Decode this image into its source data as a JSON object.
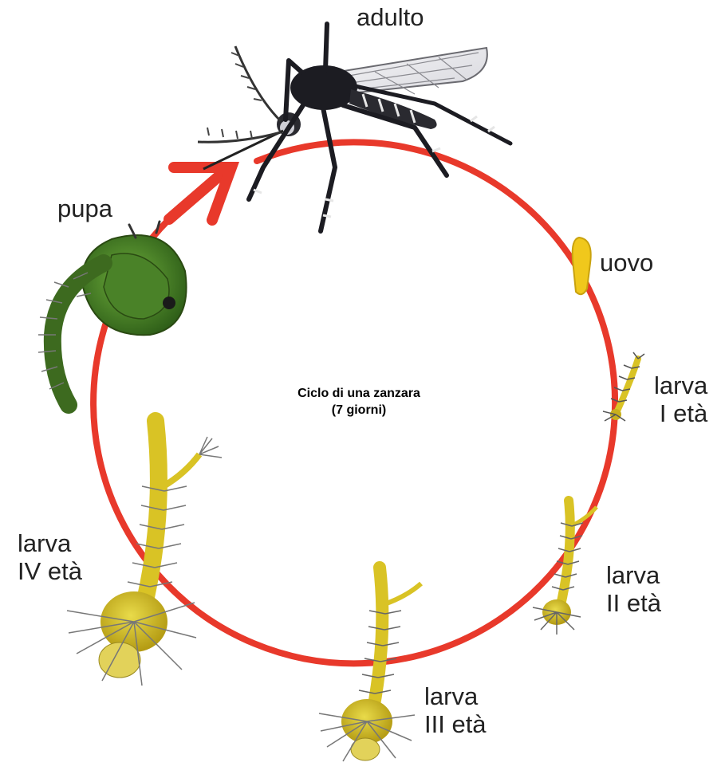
{
  "diagram": {
    "center_title": "Ciclo di una zanzara",
    "center_subtitle": "(7 giorni)",
    "stages": {
      "adulto": "adulto",
      "uovo": "uovo",
      "larva_1": [
        "larva",
        "I età"
      ],
      "larva_2": [
        "larva",
        "II età"
      ],
      "larva_3": [
        "larva",
        "III età"
      ],
      "larva_4": [
        "larva",
        "IV età"
      ],
      "pupa": "pupa"
    },
    "colors": {
      "cycle": "#e8392b",
      "larva": "#d9c325",
      "pupa": "#4f8a2a",
      "egg": "#f0c81c",
      "adult": "#1c1c22"
    }
  }
}
